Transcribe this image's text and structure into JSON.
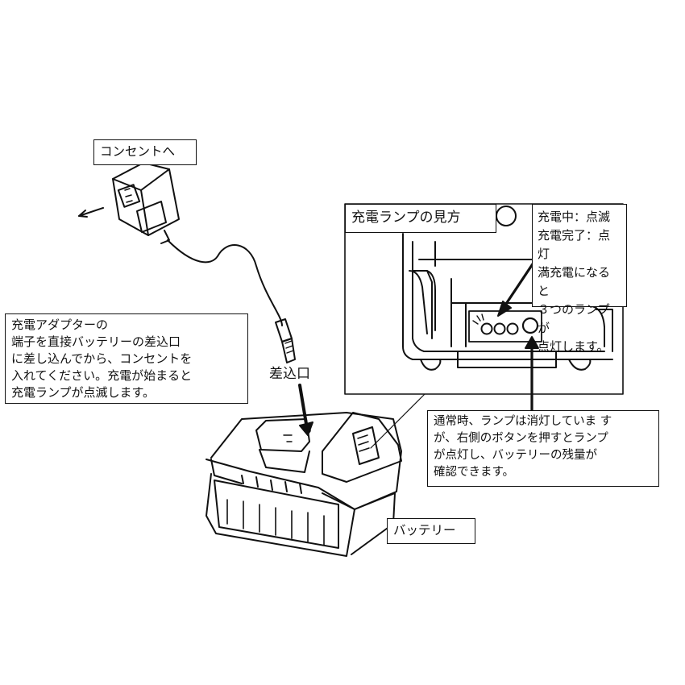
{
  "labels": {
    "outlet": "コンセントへ",
    "adapter_instructions": "充電アダプターの\n端子を直接バッテリーの差込口\nに差し込んでから、コンセントを\n入れてください。充電が始まると\n充電ランプが点滅します。",
    "inlet": "差込口",
    "lamp_title": "充電ランプの見方",
    "lamp_status": "充電中：点滅\n充電完了：点灯\n満充電になると\n３つのランプが\n点灯します。",
    "button_note": "通常時、ランプは消灯していま す\nが、右側のボタンを押すとランプ\nが点灯し、バッテリーの残量が\n確認できます。",
    "battery": "バッテリー"
  }
}
